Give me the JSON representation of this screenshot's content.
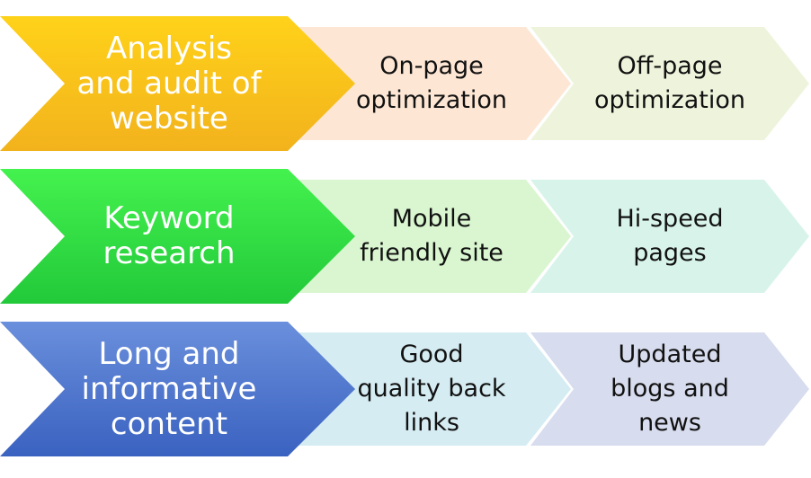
{
  "rows": [
    {
      "main": {
        "text": "Analysis\nand audit of\nwebsite",
        "gradient": [
          "#f2b21c",
          "#ffd21a"
        ]
      },
      "steps": [
        {
          "text": "On-page\noptimization",
          "fill": "#fde6d4"
        },
        {
          "text": "Off-page\noptimization",
          "fill": "#eef4dc"
        }
      ]
    },
    {
      "main": {
        "text": "Keyword\nresearch",
        "gradient": [
          "#22c93a",
          "#44f24e"
        ]
      },
      "steps": [
        {
          "text": "Mobile\nfriendly site",
          "fill": "#d9f6d0"
        },
        {
          "text": "Hi-speed\npages",
          "fill": "#d8f4ea"
        }
      ]
    },
    {
      "main": {
        "text": "Long and\ninformative\ncontent",
        "gradient": [
          "#3a62c0",
          "#6a8fdc"
        ]
      },
      "steps": [
        {
          "text": "Good\nquality back\nlinks",
          "fill": "#d5ecf2"
        },
        {
          "text": "Updated\nblogs and\nnews",
          "fill": "#d7dcee"
        }
      ]
    }
  ]
}
